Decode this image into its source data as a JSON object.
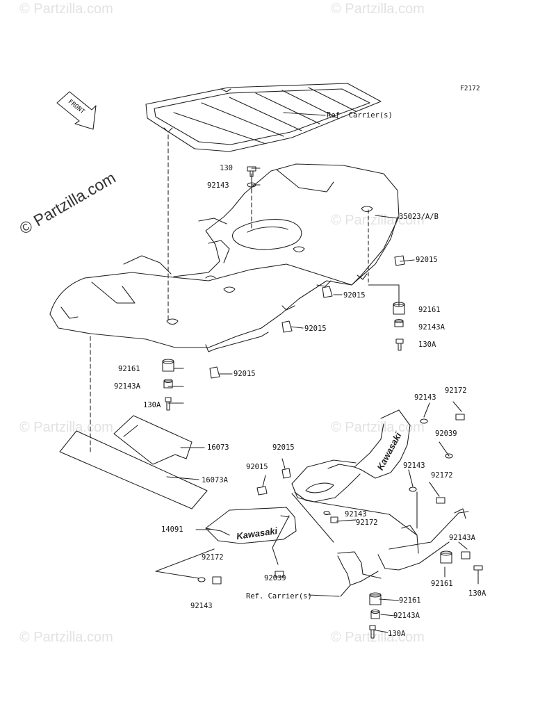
{
  "figure_id": "F2172",
  "watermark": "© Partzilla.com",
  "copyright": "© Partzilla.com",
  "front_marker": "FRONT",
  "decal_text": "Kawasaki",
  "colors": {
    "line": "#222222",
    "watermark": "#e2e2e2"
  },
  "labels": {
    "ref_carrier_top": "Ref. Carrier(s)",
    "l130": "130",
    "l92143_top": "92143",
    "l35023": "35023/A/B",
    "l92015_right": "92015",
    "l92015_mid": "92015",
    "l92015_low": "92015",
    "l92161_right": "92161",
    "l92143A_right": "92143A",
    "l130A_right": "130A",
    "l92161_left": "92161",
    "l92015_left": "92015",
    "l92143A_left": "92143A",
    "l130A_left": "130A",
    "l16073": "16073",
    "l16073A": "16073A",
    "l92143_a": "92143",
    "l92172_a": "92172",
    "l92039_a": "92039",
    "l92015_b": "92015",
    "l92143_b": "92143",
    "l92172_b": "92172",
    "l92015_c": "92015",
    "l92143_c": "92143",
    "l92172_c": "92172",
    "l14091": "14091",
    "l92172_d": "92172",
    "l92039_b": "92039",
    "l92143_d": "92143",
    "ref_carrier_bottom": "Ref. Carrier(s)",
    "l92161_b": "92161",
    "l92143A_b": "92143A",
    "l130A_b": "130A",
    "l92143A_c": "92143A",
    "l92161_c": "92161",
    "l130A_c": "130A"
  }
}
